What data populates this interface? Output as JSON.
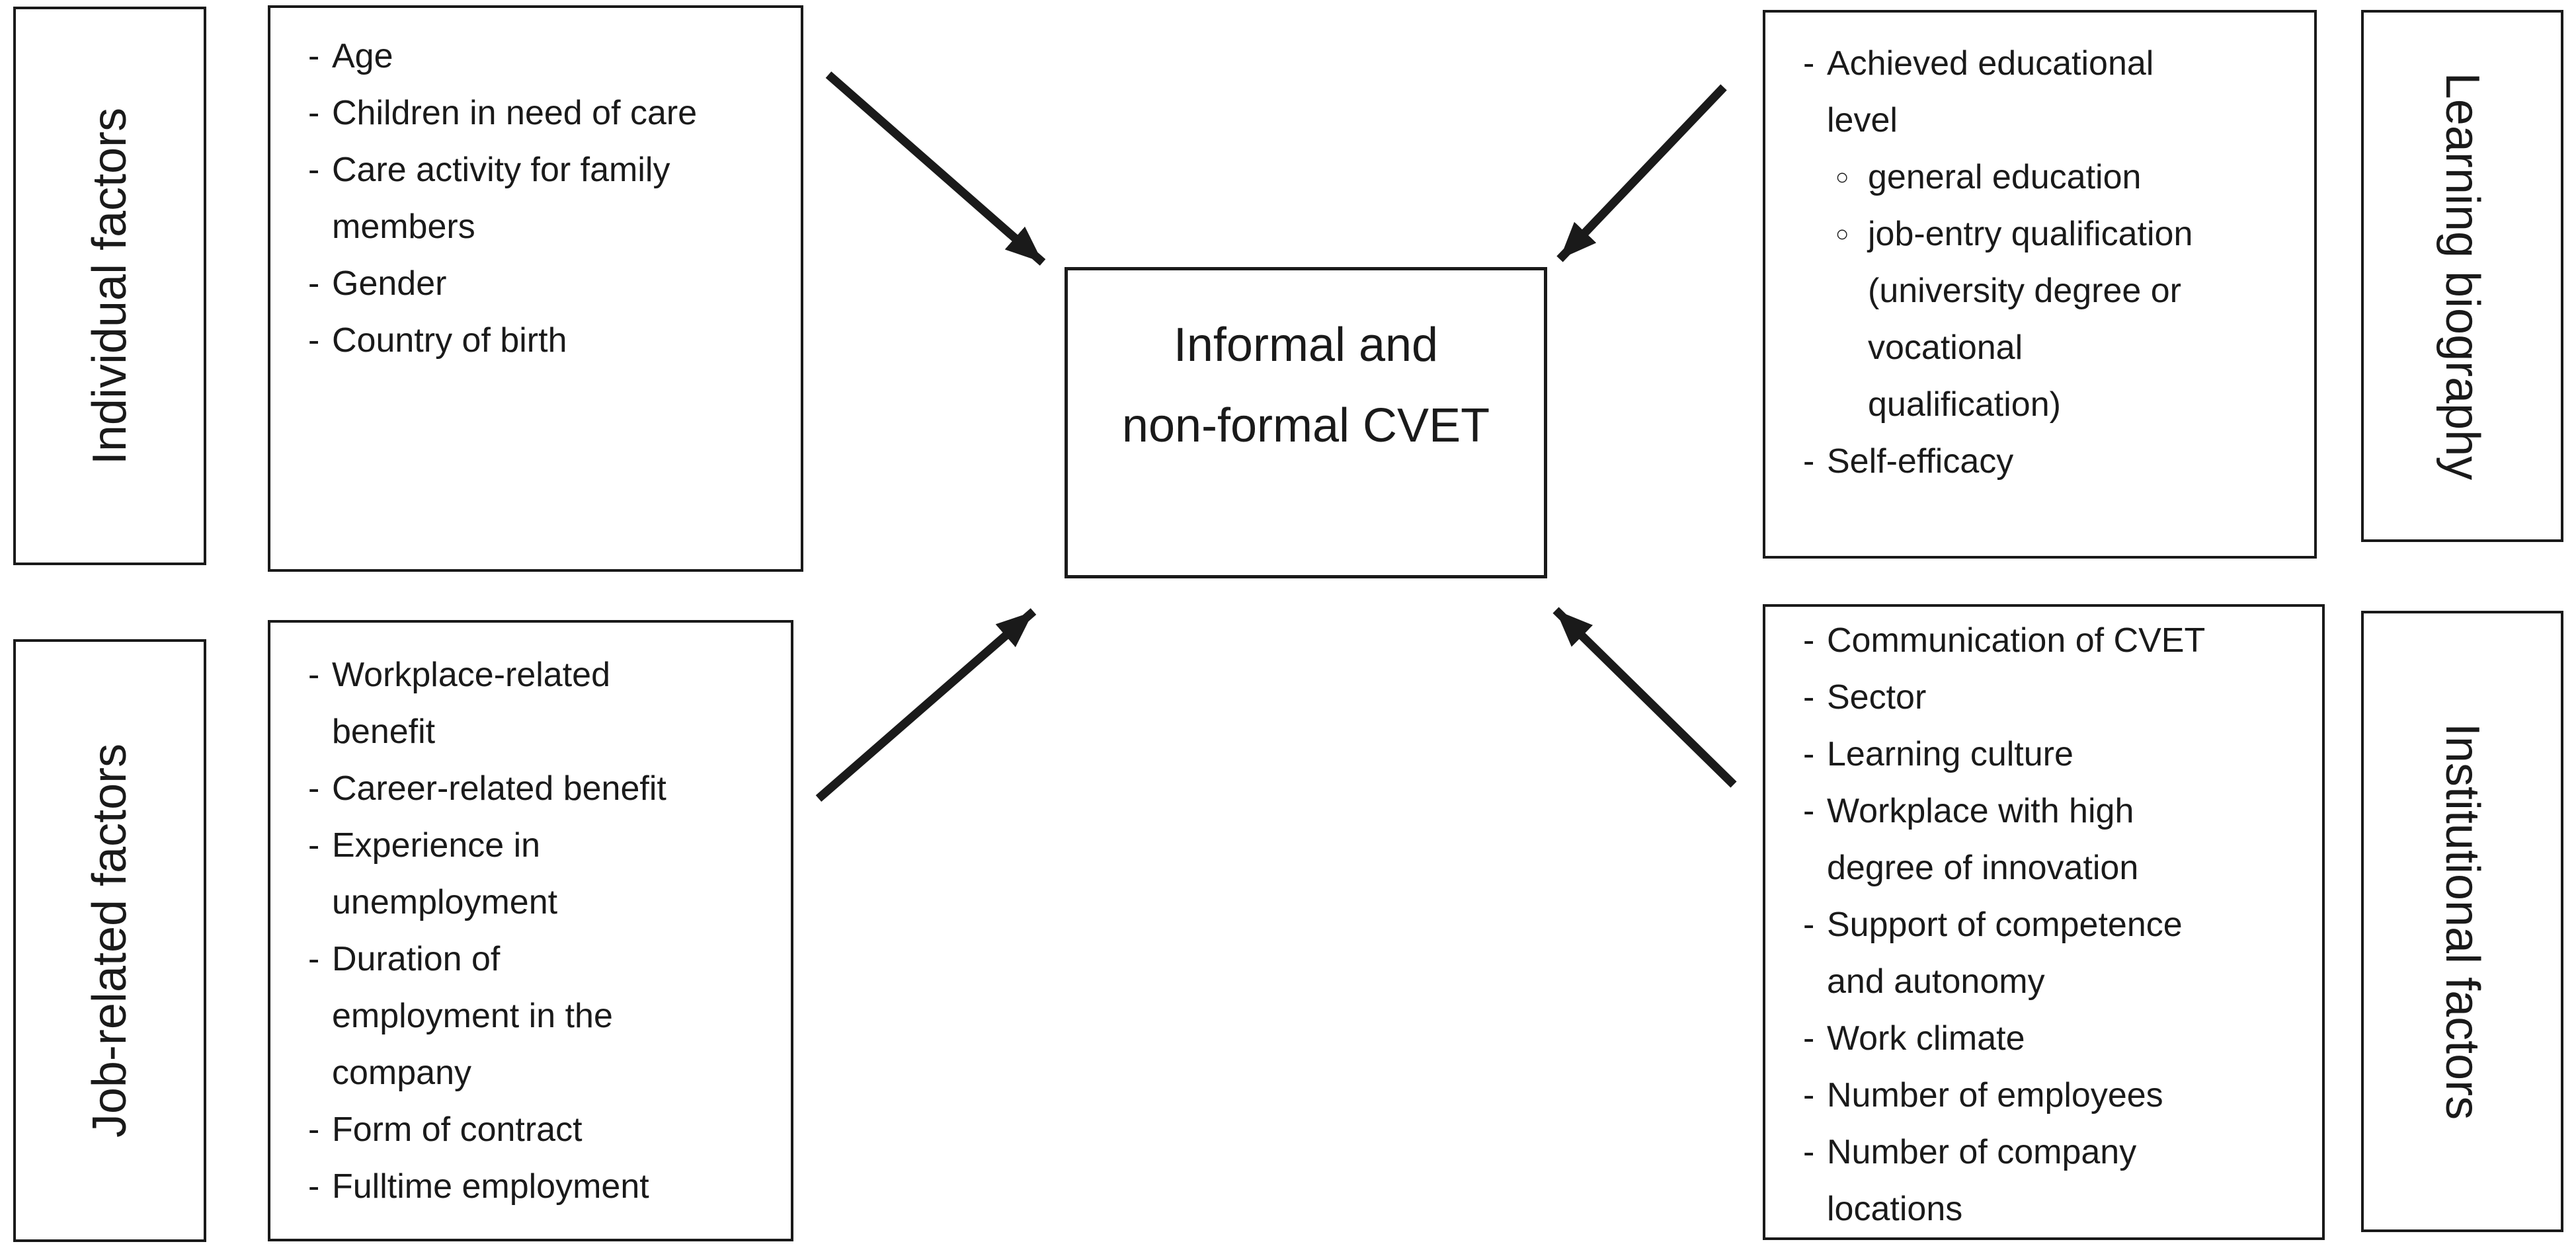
{
  "page": {
    "background": "#ffffff",
    "ink_color": "#1a1a1a"
  },
  "bullets": {
    "dash": "-",
    "circle": "○"
  },
  "center_box": {
    "title": "Informal and\nnon-formal CVET"
  },
  "side_labels": {
    "individual": "Individual factors",
    "job": "Job-related factors",
    "learning": "Learning biography",
    "institutional": "Institutional factors"
  },
  "boxes": {
    "individual": {
      "items": [
        "Age",
        "Children in need of care",
        "Care activity for family\nmembers",
        "Gender",
        "Country of birth"
      ]
    },
    "job": {
      "items": [
        "Workplace-related\nbenefit",
        "Career-related benefit",
        "Experience in\nunemployment",
        "Duration of\nemployment in the\ncompany",
        "Form of contract",
        "Fulltime employment"
      ]
    },
    "learning": {
      "items": [
        {
          "text": "Achieved educational\nlevel",
          "sub": [
            "general education",
            "job-entry qualification\n(university degree or\nvocational\nqualification)"
          ]
        },
        {
          "text": "Self-efficacy"
        }
      ]
    },
    "institutional": {
      "items": [
        "Communication of CVET",
        "Sector",
        "Learning culture",
        "Workplace with high\ndegree of innovation",
        "Support of competence\nand autonomy",
        "Work climate",
        "Number of employees",
        "Number of company\nlocations"
      ]
    }
  }
}
